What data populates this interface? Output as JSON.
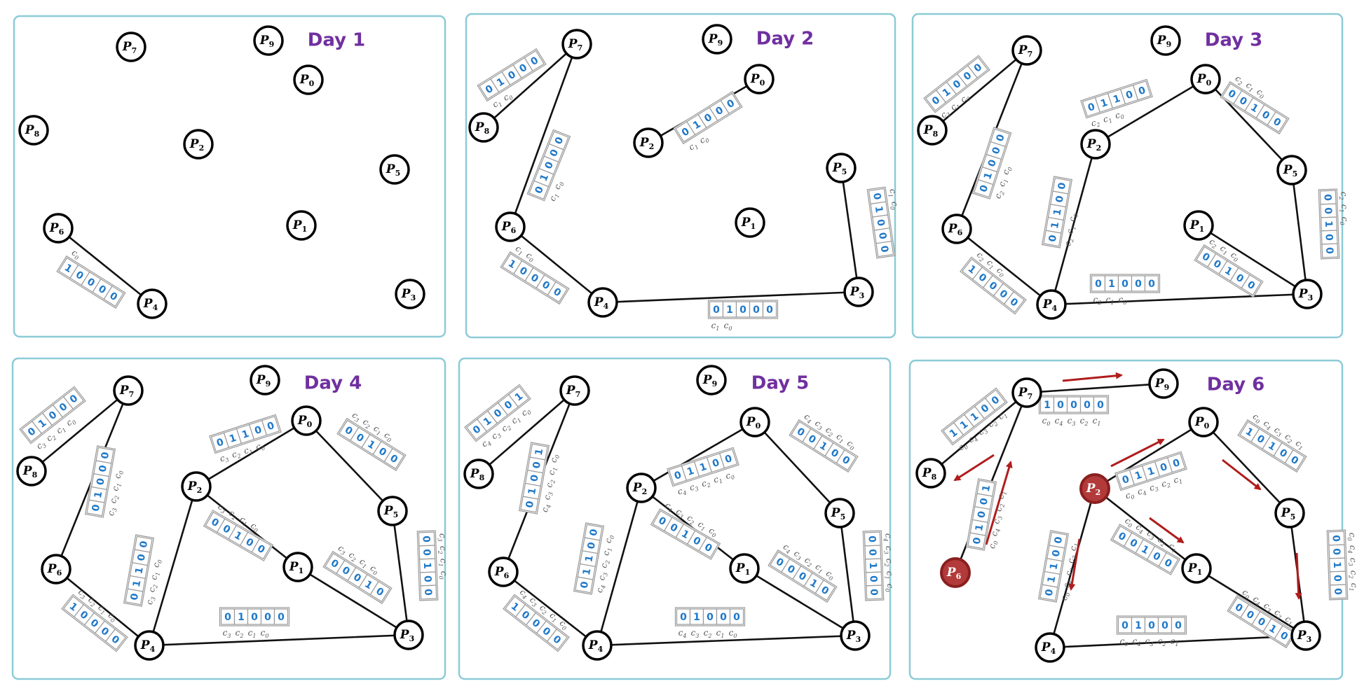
{
  "colors": {
    "panel_border": "#8ccbd6",
    "title": "#7030a0",
    "bit": "#1f78c8",
    "cell_border": "#9a9a9a",
    "clabel": "#555555",
    "edge": "#111111",
    "node_border": "#000000",
    "node_fill": "#ffffff",
    "highlight_fill": "#b33a3a",
    "highlight_border": "#8a1f1f",
    "arrow": "#b01c1c"
  },
  "panels": [
    {
      "title": "Day 1",
      "nodes": [
        {
          "id": "P7",
          "label": "P",
          "sub": "7"
        },
        {
          "id": "P9",
          "label": "P",
          "sub": "9"
        },
        {
          "id": "P0",
          "label": "P",
          "sub": "0"
        },
        {
          "id": "P8",
          "label": "P",
          "sub": "8"
        },
        {
          "id": "P2",
          "label": "P",
          "sub": "2"
        },
        {
          "id": "P5",
          "label": "P",
          "sub": "5"
        },
        {
          "id": "P6",
          "label": "P",
          "sub": "6"
        },
        {
          "id": "P1",
          "label": "P",
          "sub": "1"
        },
        {
          "id": "P4",
          "label": "P",
          "sub": "4"
        },
        {
          "id": "P3",
          "label": "P",
          "sub": "3"
        }
      ],
      "edges": [
        [
          "P6",
          "P4"
        ]
      ],
      "vectors": [
        {
          "bits": "10000",
          "labels": [
            "c0"
          ]
        }
      ]
    },
    {
      "title": "Day 2",
      "nodes": [
        {
          "id": "P7",
          "label": "P",
          "sub": "7"
        },
        {
          "id": "P9",
          "label": "P",
          "sub": "9"
        },
        {
          "id": "P0",
          "label": "P",
          "sub": "0"
        },
        {
          "id": "P8",
          "label": "P",
          "sub": "8"
        },
        {
          "id": "P2",
          "label": "P",
          "sub": "2"
        },
        {
          "id": "P5",
          "label": "P",
          "sub": "5"
        },
        {
          "id": "P6",
          "label": "P",
          "sub": "6"
        },
        {
          "id": "P1",
          "label": "P",
          "sub": "1"
        },
        {
          "id": "P4",
          "label": "P",
          "sub": "4"
        },
        {
          "id": "P3",
          "label": "P",
          "sub": "3"
        }
      ],
      "edges": [
        [
          "P7",
          "P8"
        ],
        [
          "P7",
          "P6"
        ],
        [
          "P6",
          "P4"
        ],
        [
          "P4",
          "P3"
        ],
        [
          "P3",
          "P5"
        ],
        [
          "P2",
          "P0"
        ]
      ],
      "vectors": [
        {
          "bits": "01000",
          "labels": [
            "c1",
            "c0"
          ]
        },
        {
          "bits": "01000",
          "labels": [
            "c1",
            "c0"
          ]
        },
        {
          "bits": "10000",
          "labels": [
            "c1",
            "c0"
          ]
        },
        {
          "bits": "01000",
          "labels": [
            "c1",
            "c0"
          ]
        },
        {
          "bits": "01000",
          "labels": [
            "c1",
            "c0"
          ]
        },
        {
          "bits": "01000",
          "labels": [
            "c1",
            "c0"
          ]
        }
      ]
    },
    {
      "title": "Day 3",
      "nodes": [
        {
          "id": "P7",
          "label": "P",
          "sub": "7"
        },
        {
          "id": "P9",
          "label": "P",
          "sub": "9"
        },
        {
          "id": "P0",
          "label": "P",
          "sub": "0"
        },
        {
          "id": "P8",
          "label": "P",
          "sub": "8"
        },
        {
          "id": "P2",
          "label": "P",
          "sub": "2"
        },
        {
          "id": "P5",
          "label": "P",
          "sub": "5"
        },
        {
          "id": "P6",
          "label": "P",
          "sub": "6"
        },
        {
          "id": "P1",
          "label": "P",
          "sub": "1"
        },
        {
          "id": "P4",
          "label": "P",
          "sub": "4"
        },
        {
          "id": "P3",
          "label": "P",
          "sub": "3"
        }
      ],
      "edges": [
        [
          "P7",
          "P8"
        ],
        [
          "P7",
          "P6"
        ],
        [
          "P6",
          "P4"
        ],
        [
          "P4",
          "P3"
        ],
        [
          "P3",
          "P5"
        ],
        [
          "P5",
          "P0"
        ],
        [
          "P0",
          "P2"
        ],
        [
          "P2",
          "P4"
        ],
        [
          "P1",
          "P3"
        ]
      ],
      "vectors": [
        {
          "bits": "01000",
          "labels": [
            "c2",
            "c1",
            "c0"
          ]
        },
        {
          "bits": "01000",
          "labels": [
            "c2",
            "c1",
            "c0"
          ]
        },
        {
          "bits": "10000",
          "labels": [
            "c2",
            "c1",
            "c0"
          ]
        },
        {
          "bits": "01000",
          "labels": [
            "c2",
            "c1",
            "c0"
          ]
        },
        {
          "bits": "01100",
          "labels": [
            "c2",
            "c1",
            "c0"
          ]
        },
        {
          "bits": "00100",
          "labels": [
            "c2",
            "c1",
            "c0"
          ]
        },
        {
          "bits": "01100",
          "labels": [
            "c2",
            "c1",
            "c0"
          ]
        },
        {
          "bits": "00100",
          "labels": [
            "c2",
            "c1",
            "c0"
          ]
        },
        {
          "bits": "00100",
          "labels": [
            "c2",
            "c1",
            "c0"
          ]
        }
      ]
    },
    {
      "title": "Day 4",
      "nodes": [
        {
          "id": "P7",
          "label": "P",
          "sub": "7"
        },
        {
          "id": "P9",
          "label": "P",
          "sub": "9"
        },
        {
          "id": "P0",
          "label": "P",
          "sub": "0"
        },
        {
          "id": "P8",
          "label": "P",
          "sub": "8"
        },
        {
          "id": "P2",
          "label": "P",
          "sub": "2"
        },
        {
          "id": "P5",
          "label": "P",
          "sub": "5"
        },
        {
          "id": "P6",
          "label": "P",
          "sub": "6"
        },
        {
          "id": "P1",
          "label": "P",
          "sub": "1"
        },
        {
          "id": "P4",
          "label": "P",
          "sub": "4"
        },
        {
          "id": "P3",
          "label": "P",
          "sub": "3"
        }
      ],
      "edges": [
        [
          "P7",
          "P8"
        ],
        [
          "P7",
          "P6"
        ],
        [
          "P6",
          "P4"
        ],
        [
          "P4",
          "P3"
        ],
        [
          "P3",
          "P5"
        ],
        [
          "P5",
          "P0"
        ],
        [
          "P0",
          "P2"
        ],
        [
          "P2",
          "P4"
        ],
        [
          "P2",
          "P1"
        ],
        [
          "P1",
          "P3"
        ]
      ],
      "vectors": [
        {
          "bits": "01000",
          "labels": [
            "c3",
            "c2",
            "c1",
            "c0"
          ]
        },
        {
          "bits": "01000",
          "labels": [
            "c3",
            "c2",
            "c1",
            "c0"
          ]
        },
        {
          "bits": "10000",
          "labels": [
            "c3",
            "c2",
            "c1",
            "c0"
          ]
        },
        {
          "bits": "01000",
          "labels": [
            "c3",
            "c2",
            "c1",
            "c0"
          ]
        },
        {
          "bits": "01100",
          "labels": [
            "c3",
            "c2",
            "c1",
            "c0"
          ]
        },
        {
          "bits": "00100",
          "labels": [
            "c3",
            "c2",
            "c1",
            "c0"
          ]
        },
        {
          "bits": "01100",
          "labels": [
            "c3",
            "c2",
            "c1",
            "c0"
          ]
        },
        {
          "bits": "00100",
          "labels": [
            "c3",
            "c2",
            "c1",
            "c0"
          ]
        },
        {
          "bits": "00010",
          "labels": [
            "c3",
            "c2",
            "c1",
            "c0"
          ]
        },
        {
          "bits": "00100",
          "labels": [
            "c3",
            "c2",
            "c1",
            "c0"
          ]
        }
      ]
    },
    {
      "title": "Day 5",
      "nodes": [
        {
          "id": "P7",
          "label": "P",
          "sub": "7"
        },
        {
          "id": "P9",
          "label": "P",
          "sub": "9"
        },
        {
          "id": "P0",
          "label": "P",
          "sub": "0"
        },
        {
          "id": "P8",
          "label": "P",
          "sub": "8"
        },
        {
          "id": "P2",
          "label": "P",
          "sub": "2"
        },
        {
          "id": "P5",
          "label": "P",
          "sub": "5"
        },
        {
          "id": "P6",
          "label": "P",
          "sub": "6"
        },
        {
          "id": "P1",
          "label": "P",
          "sub": "1"
        },
        {
          "id": "P4",
          "label": "P",
          "sub": "4"
        },
        {
          "id": "P3",
          "label": "P",
          "sub": "3"
        }
      ],
      "edges": [
        [
          "P7",
          "P8"
        ],
        [
          "P7",
          "P6"
        ],
        [
          "P6",
          "P4"
        ],
        [
          "P4",
          "P3"
        ],
        [
          "P3",
          "P5"
        ],
        [
          "P5",
          "P0"
        ],
        [
          "P0",
          "P2"
        ],
        [
          "P2",
          "P4"
        ],
        [
          "P2",
          "P1"
        ],
        [
          "P1",
          "P3"
        ]
      ],
      "vectors": [
        {
          "bits": "01001",
          "labels": [
            "c4",
            "c3",
            "c2",
            "c1",
            "c0"
          ]
        },
        {
          "bits": "01001",
          "labels": [
            "c4",
            "c3",
            "c2",
            "c1",
            "c0"
          ]
        },
        {
          "bits": "10000",
          "labels": [
            "c4",
            "c3",
            "c2",
            "c1",
            "c0"
          ]
        },
        {
          "bits": "01000",
          "labels": [
            "c4",
            "c3",
            "c2",
            "c1",
            "c0"
          ]
        },
        {
          "bits": "01100",
          "labels": [
            "c4",
            "c3",
            "c2",
            "c1",
            "c0"
          ]
        },
        {
          "bits": "00100",
          "labels": [
            "c4",
            "c3",
            "c2",
            "c1",
            "c0"
          ]
        },
        {
          "bits": "01100",
          "labels": [
            "c4",
            "c3",
            "c2",
            "c1",
            "c0"
          ]
        },
        {
          "bits": "00100",
          "labels": [
            "c4",
            "c3",
            "c2",
            "c1",
            "c0"
          ]
        },
        {
          "bits": "00010",
          "labels": [
            "c4",
            "c3",
            "c2",
            "c1",
            "c0"
          ]
        },
        {
          "bits": "00100",
          "labels": [
            "c4",
            "c3",
            "c2",
            "c1",
            "c0"
          ]
        }
      ]
    },
    {
      "title": "Day 6",
      "nodes": [
        {
          "id": "P7",
          "label": "P",
          "sub": "7"
        },
        {
          "id": "P9",
          "label": "P",
          "sub": "9"
        },
        {
          "id": "P0",
          "label": "P",
          "sub": "0"
        },
        {
          "id": "P8",
          "label": "P",
          "sub": "8"
        },
        {
          "id": "P2",
          "label": "P",
          "sub": "2",
          "highlight": true
        },
        {
          "id": "P5",
          "label": "P",
          "sub": "5"
        },
        {
          "id": "P6",
          "label": "P",
          "sub": "6",
          "highlight": true
        },
        {
          "id": "P1",
          "label": "P",
          "sub": "1"
        },
        {
          "id": "P4",
          "label": "P",
          "sub": "4"
        },
        {
          "id": "P3",
          "label": "P",
          "sub": "3"
        }
      ],
      "edges": [
        [
          "P7",
          "P8"
        ],
        [
          "P7",
          "P6"
        ],
        [
          "P7",
          "P9"
        ],
        [
          "P4",
          "P3"
        ],
        [
          "P3",
          "P5"
        ],
        [
          "P5",
          "P0"
        ],
        [
          "P0",
          "P2"
        ],
        [
          "P2",
          "P4"
        ],
        [
          "P2",
          "P1"
        ],
        [
          "P1",
          "P3"
        ]
      ],
      "vectors": [
        {
          "bits": "11100",
          "labels": [
            "c0",
            "c4",
            "c3",
            "c2",
            "c1"
          ]
        },
        {
          "bits": "01001",
          "labels": [
            "c0",
            "c4",
            "c3",
            "c2",
            "c1"
          ]
        },
        {
          "bits": "10000",
          "labels": [
            "c0",
            "c4",
            "c3",
            "c2",
            "c1"
          ]
        },
        {
          "bits": "01000",
          "labels": [
            "c0",
            "c4",
            "c3",
            "c2",
            "c1"
          ]
        },
        {
          "bits": "01100",
          "labels": [
            "c0",
            "c4",
            "c3",
            "c2",
            "c1"
          ]
        },
        {
          "bits": "10100",
          "labels": [
            "c0",
            "c4",
            "c3",
            "c2",
            "c1"
          ]
        },
        {
          "bits": "01100",
          "labels": [
            "c0",
            "c4",
            "c3",
            "c2",
            "c1"
          ]
        },
        {
          "bits": "00100",
          "labels": [
            "c0",
            "c4",
            "c3",
            "c2",
            "c1"
          ]
        },
        {
          "bits": "00010",
          "labels": [
            "c0",
            "c4",
            "c3",
            "c2",
            "c1"
          ]
        },
        {
          "bits": "00100",
          "labels": [
            "c0",
            "c4",
            "c3",
            "c2",
            "c1"
          ]
        }
      ]
    }
  ]
}
